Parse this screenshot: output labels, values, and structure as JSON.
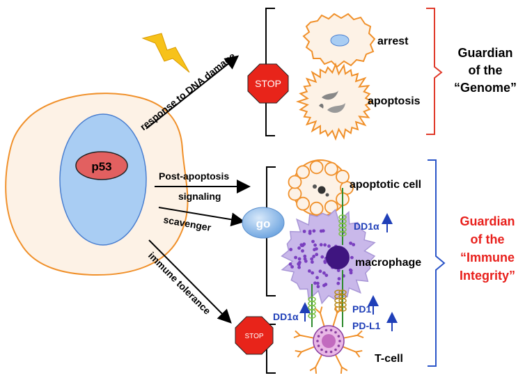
{
  "nucleus_label": "p53",
  "stop_top": "STOP",
  "stop_bottom": "STOP",
  "go_label": "go",
  "arrows": {
    "dna_damage": "response to DNA damage",
    "post_apoptosis_1": "Post-apoptosis",
    "post_apoptosis_2": "signaling",
    "scavenger": "scavenger",
    "immune_tolerance": "immune tolerance"
  },
  "cells": {
    "arrest": "arrest",
    "apoptosis": "apoptosis",
    "apoptotic_cell": "apoptotic cell",
    "macrophage": "macrophage",
    "t_cell": "T-cell"
  },
  "receptors": {
    "dd1a_right": "DD1α",
    "dd1a_left": "DD1α",
    "pd1": "PD1",
    "pdl1": "PD-L1"
  },
  "guardian_genome": [
    "Guardian",
    "of the",
    "“Genome”"
  ],
  "guardian_immune": [
    "Guardian",
    "of the",
    "“Immune",
    "Integrity”"
  ],
  "colors": {
    "cell_outline": "#f0902a",
    "cell_fill": "#fdf2e6",
    "nucleus": "#a9cdf3",
    "p53": "#e26060",
    "stop": "#e8241a",
    "go": "#7fb2e6",
    "genome_bracket": "#e03a2a",
    "immune_bracket": "#2b55c8",
    "immune_text": "#e8201c",
    "receptor_text": "#1f3fb8",
    "macrophage": "#c9b8ea",
    "dots": "#7a3fbf",
    "green": "#2e8b2e"
  }
}
